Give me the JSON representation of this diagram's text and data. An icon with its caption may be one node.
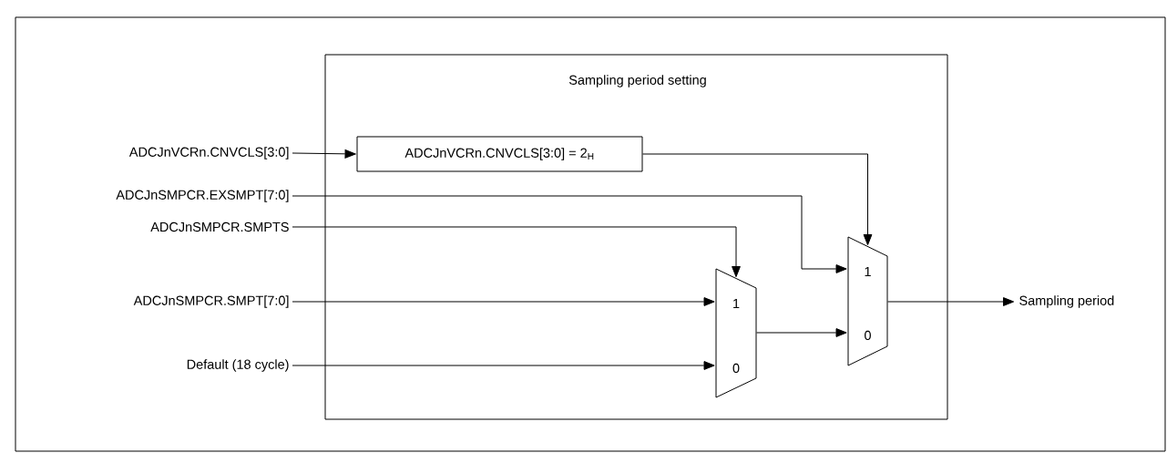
{
  "diagram": {
    "nodes": [
      {
        "text": [
          "Sampling period setting"
        ]
      },
      {
        "text": [
          "ADCJnVCRn.CNVCLS[3:0]"
        ]
      },
      {
        "text": [
          "ADCJnSMPCR.EXSMPT[7:0]"
        ]
      },
      {
        "text": [
          "ADCJnSMPCR.SMPTS"
        ]
      },
      {
        "text": [
          "ADCJnSMPCR.SMPT[7:0]"
        ]
      },
      {
        "text": [
          "Default (18 cycle)"
        ]
      },
      {
        "text": [
          "ADCJnVCRn.CNVCLS[3:0] = 2$_{H}$"
        ],
        "in": 0
      },
      {
        "text": [
          "1",
          "0"
        ],
        "in": 0
      },
      {
        "text": [
          "1",
          "0"
        ],
        "in": 0
      },
      {
        "text": [
          "Sampling period"
        ]
      }
    ],
    "edges": [
      {
        "from": 1,
        "to": 6,
        "arrow": "to"
      },
      {
        "from": 6,
        "to": 8,
        "arrow": "to"
      },
      {
        "from": 2,
        "to": 8,
        "arrow": "to"
      },
      {
        "from": 3,
        "to": 7,
        "arrow": "to"
      },
      {
        "from": 4,
        "to": 7,
        "arrow": "to"
      },
      {
        "from": 5,
        "to": 7,
        "arrow": "to"
      },
      {
        "from": 7,
        "to": 8,
        "arrow": "to"
      },
      {
        "from": 8,
        "to": 9,
        "arrow": "to"
      }
    ]
  }
}
